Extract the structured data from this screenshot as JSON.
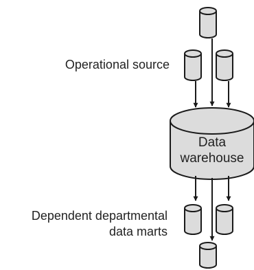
{
  "labels": {
    "operational_source": "Operational source",
    "warehouse_line1": "Data",
    "warehouse_line2": "warehouse",
    "marts_line1": "Dependent departmental",
    "marts_line2": "data marts"
  },
  "colors": {
    "cylinder_fill": "#dcdcdc",
    "stroke": "#1a1a1a",
    "text": "#222222"
  }
}
